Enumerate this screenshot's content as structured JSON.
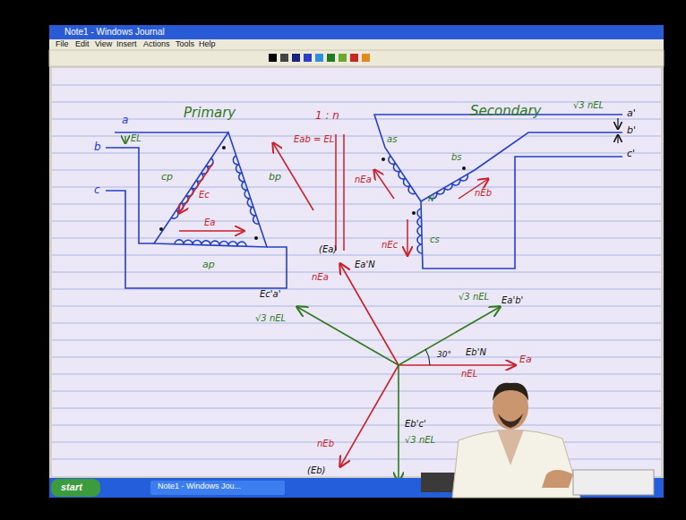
{
  "diagram": {
    "title": "Note1 - Windows Journal",
    "labels": [
      "File",
      "Edit",
      "View",
      "Insert",
      "Actions",
      "Tools",
      "Help",
      "Primary",
      "Secondary",
      "1 : n",
      "a",
      "b",
      "c",
      "EL",
      "cp",
      "bp",
      "ap",
      "Ec",
      "Ea",
      "Eab = EL",
      "√3 nEL",
      "a'",
      "b'",
      "c'",
      "as",
      "bs",
      "cs",
      "N",
      "nEa",
      "nEb",
      "nEc",
      "(Ea)",
      "Ea'N",
      "nEa",
      "Ec'a'",
      "√3 nEL",
      "√3 nEL",
      "Ea'b'",
      "30°",
      "Eb'N",
      "nEL",
      "Ea",
      "nEb",
      "Eb'c'",
      "√3 nEL",
      "(Eb)",
      "start",
      "Note1 - Windows Jou..."
    ]
  }
}
